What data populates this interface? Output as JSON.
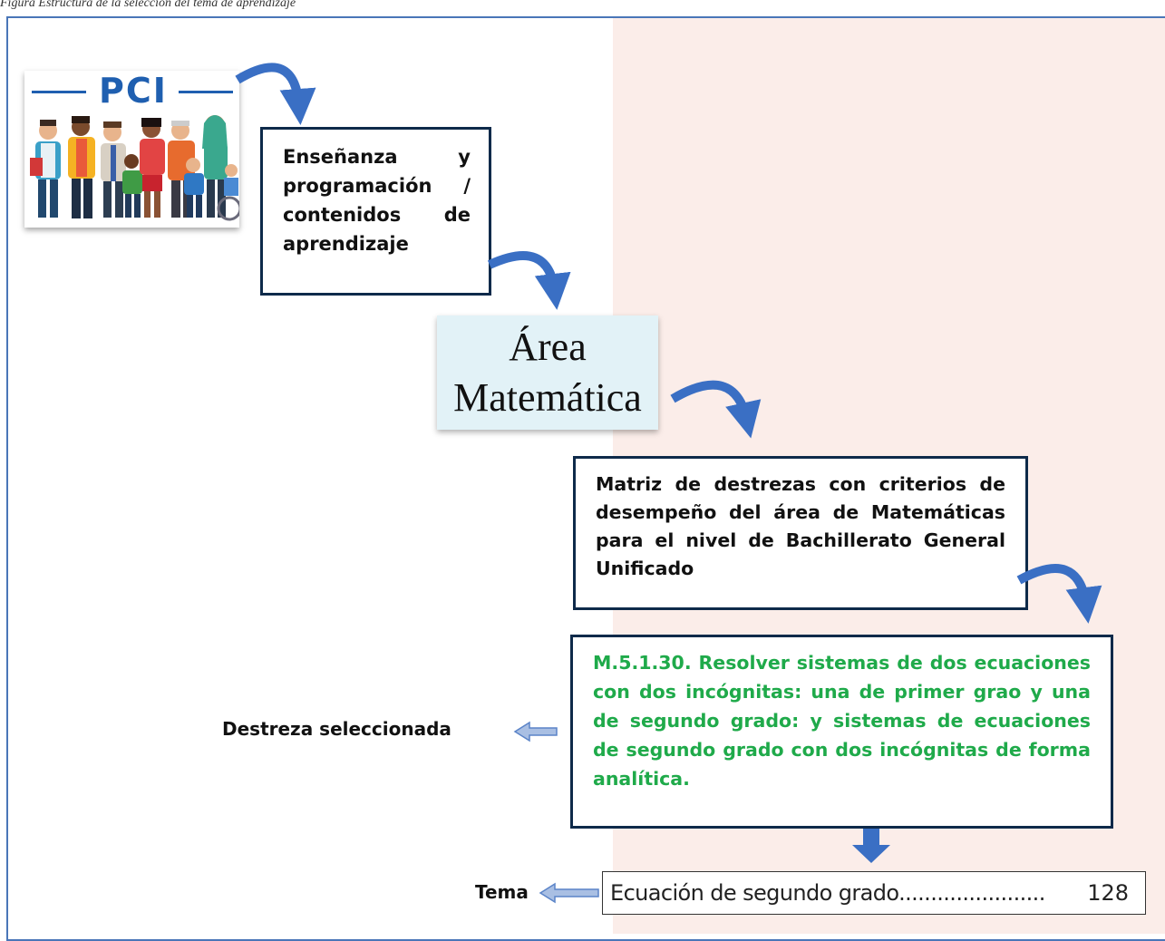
{
  "caption": "Figura   Estructura de la selección del tema de aprendizaje",
  "pci_logo_text": "PCI",
  "box_ensenanza": "Enseñanza y programación / contenidos de aprendizaje",
  "area_line1": "Área",
  "area_line2": "Matemática",
  "box_matriz": "Matriz de destrezas con criterios de desempeño del área de Matemáticas para el nivel de Bachillerato General Unificado",
  "box_destreza": "M.5.1.30. Resolver sistemas de dos ecuaciones con dos incógnitas: una de primer grao y una de segundo grado: y sistemas de ecuaciones de segundo grado con dos incógnitas de forma analítica.",
  "label_destreza": "Destreza seleccionada",
  "label_tema": "Tema",
  "tema_text": "Ecuación de segundo grado.......................",
  "tema_page": "128",
  "colors": {
    "frame": "#4a76b8",
    "arrow": "#3a6fc4",
    "highlight_text": "#1faa4a",
    "pink_panel": "#fbede9"
  }
}
